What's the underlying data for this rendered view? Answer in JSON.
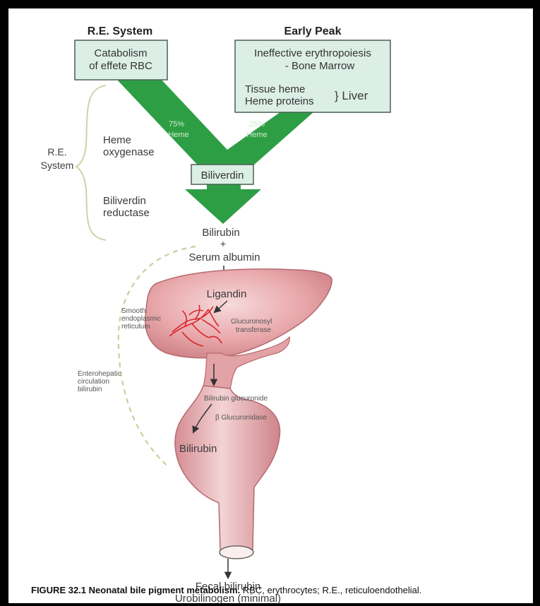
{
  "headers": {
    "re_system": "R.E. System",
    "early_peak": "Early Peak"
  },
  "box_left": {
    "line1": "Catabolism",
    "line2": "of effete RBC"
  },
  "box_right": {
    "line1": "Ineffective erythropoiesis",
    "line2": "- Bone Marrow",
    "line3": "Tissue heme",
    "line4": "Heme proteins",
    "brace_label": "} Liver"
  },
  "arrow_left": {
    "percent": "75%",
    "label": "Heme"
  },
  "arrow_right": {
    "percent": "25%",
    "label": "Heme"
  },
  "side": {
    "line1": "R.E.",
    "line2": "System"
  },
  "enzymes": {
    "heme_oxygenase_1": "Heme",
    "heme_oxygenase_2": "oxygenase",
    "biliverdin_reductase_1": "Biliverdin",
    "biliverdin_reductase_2": "reductase"
  },
  "biliverdin_box": "Biliverdin",
  "bilirubin_1": "Bilirubin",
  "plus": "+",
  "serum_albumin": "Serum albumin",
  "liver": {
    "ligandin": "Ligandin",
    "ser_1": "Smooth",
    "ser_2": "endoplasmic",
    "ser_3": "reticulum",
    "glu_1": "Glucuronosyl",
    "glu_2": "transferase"
  },
  "entero": {
    "line1": "Enterohepatic",
    "line2": "circulation",
    "line3": "bilirubin"
  },
  "gut": {
    "bilirubin_glucuronide": "Bilirubin glucuronide",
    "beta_glucuronidase": "β Glucuronidase",
    "bilirubin": "Bilirubin"
  },
  "fecal": {
    "line1": "Fecal bilirubin",
    "line2": "Urobilinogen (minimal)"
  },
  "caption": {
    "bold": "FIGURE 32.1 Neonatal bile pigment metabolism.",
    "rest": " RBC, erythrocytes; R.E., reticuloendothelial."
  },
  "colors": {
    "green": "#2e9e45",
    "box_fill": "#dcefe6",
    "organ_fill": "#e9a9ac",
    "organ_dark": "#c46d73",
    "dash": "#c9cf9f",
    "reticulum": "#d7262b"
  }
}
